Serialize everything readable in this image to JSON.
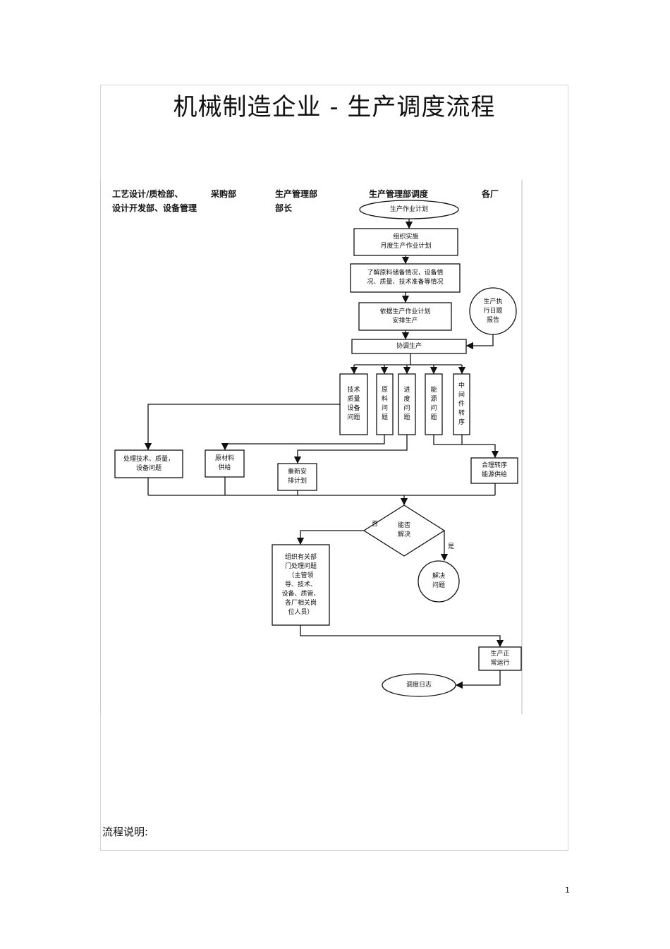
{
  "title": "机械制造企业 - 生产调度流程",
  "lanes": [
    "工艺设计/质检部、\n设计开发部、设备管理",
    "采购部",
    "生产管理部\n部长",
    "生产管理部调度",
    "各厂"
  ],
  "nodes": {
    "start": "生产作业计划",
    "organize": "组织实施\n月度生产作业计划",
    "understand": "了解原料储备情况，设备情\n况、质量、技术准备等情况",
    "arrange": "依据生产作业计划\n安排生产",
    "report": "生产执\n行日题\n报告",
    "coordinate": "协调生产",
    "issue_tech": "技术\n质量\n设备\n问题",
    "issue_material": "原\n料\n问\n题",
    "issue_progress": "进\n度\n问\n题",
    "issue_energy": "能\n源\n问\n题",
    "issue_transfer": "中\n间\n件\n转\n序",
    "handle_tech": "处理技术、质量，\n设备问题",
    "supply_material": "原材料\n供给",
    "replan": "重新安\n排计划",
    "reasonable_transfer": "合理转序\n能源供给",
    "decision": "能否\n解决",
    "no_label": "否",
    "yes_label": "是",
    "solved": "解决\n问题",
    "organize_depts": "组织有关部\n门处理问题\n（主管领\n导、技术、\n设备、质管、\n各厂相关岗\n位人员）",
    "normal": "生产正\n常运行",
    "end": "调度日志"
  },
  "notes_label": "流程说明:",
  "page_number": "1"
}
